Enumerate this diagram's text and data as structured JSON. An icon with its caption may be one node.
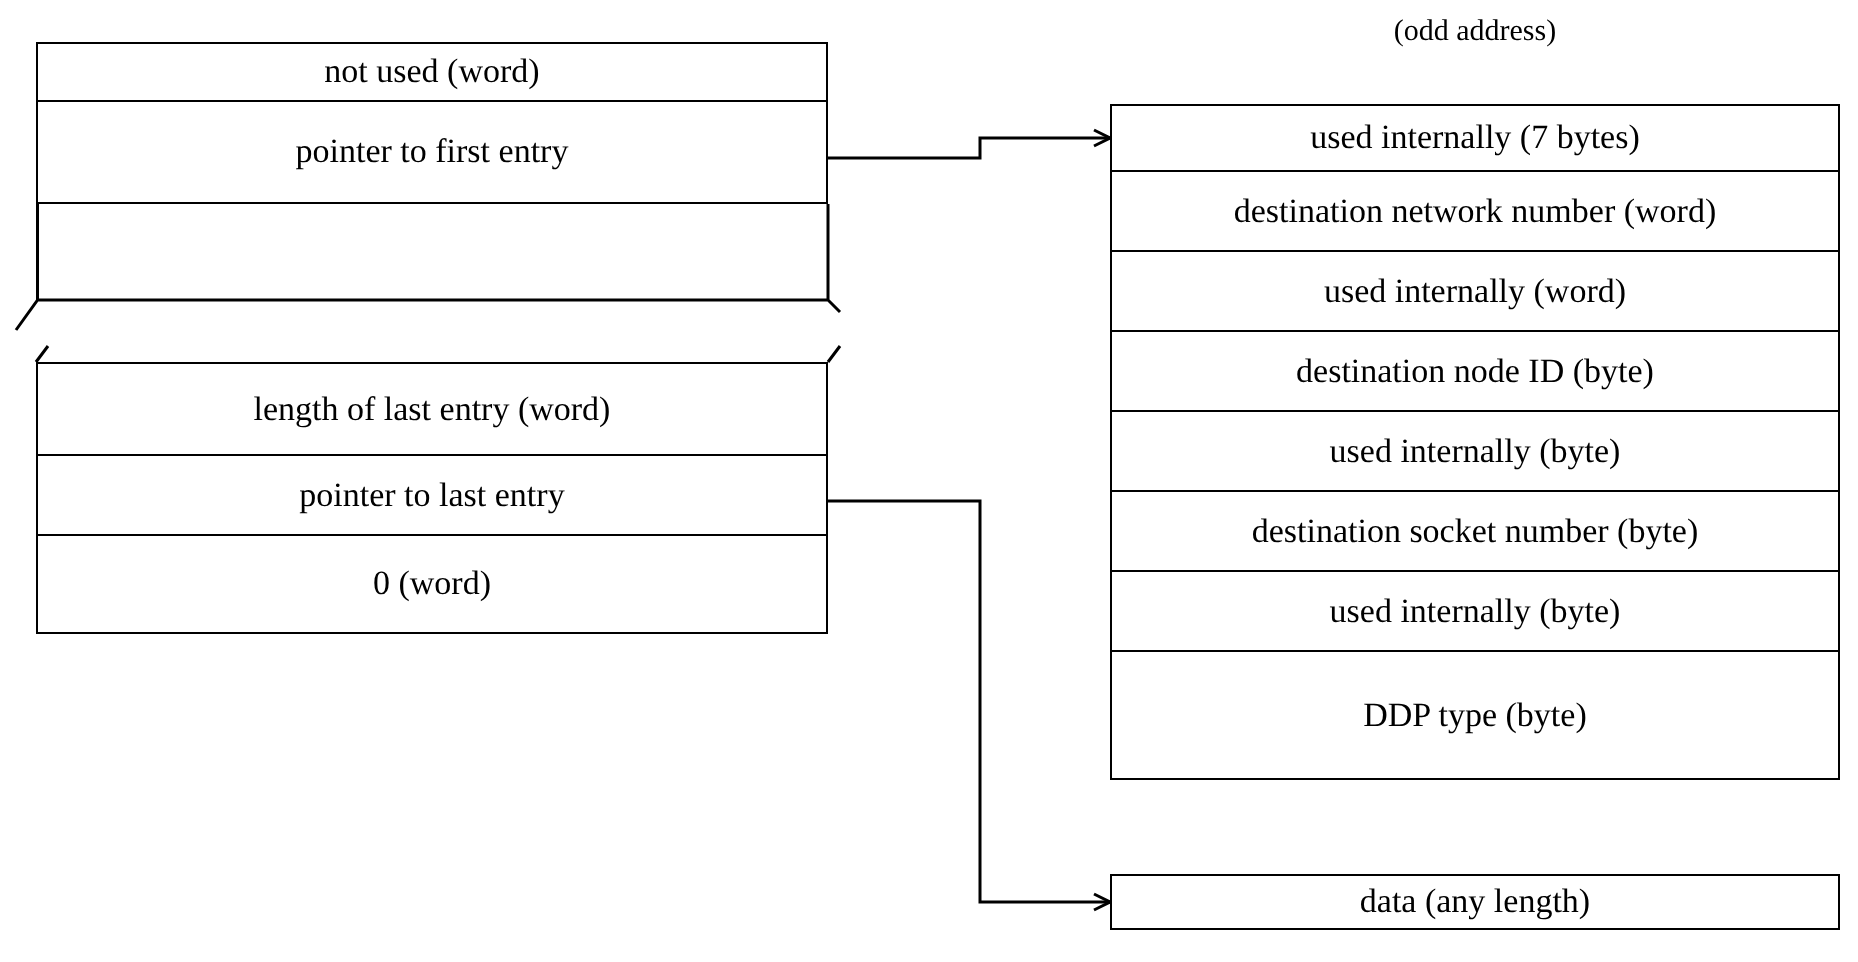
{
  "diagram": {
    "nodes": [
      {
        "text": [
          "not used (word)"
        ]
      },
      {
        "text": [
          "pointer to first entry"
        ]
      },
      {
        "text": [
          "length of last entry (word)"
        ]
      },
      {
        "text": [
          "pointer to last entry"
        ]
      },
      {
        "text": [
          "0 (word)"
        ]
      },
      {
        "text": [
          "used internally (7 bytes)"
        ],
        "beside": [
          "(odd address)"
        ]
      },
      {
        "text": [
          "destination network number (word)"
        ]
      },
      {
        "text": [
          "used internally (word)"
        ]
      },
      {
        "text": [
          "destination node ID (byte)"
        ]
      },
      {
        "text": [
          "used internally (byte)"
        ]
      },
      {
        "text": [
          "destination socket number (byte)"
        ]
      },
      {
        "text": [
          "used internally (byte)"
        ]
      },
      {
        "text": [
          "DDP type (byte)"
        ]
      },
      {
        "text": [
          "data (any length)"
        ]
      }
    ],
    "edges": [
      {
        "from": 1,
        "to": 5,
        "arrow": "to"
      },
      {
        "from": 3,
        "to": 13,
        "arrow": "to"
      }
    ]
  }
}
